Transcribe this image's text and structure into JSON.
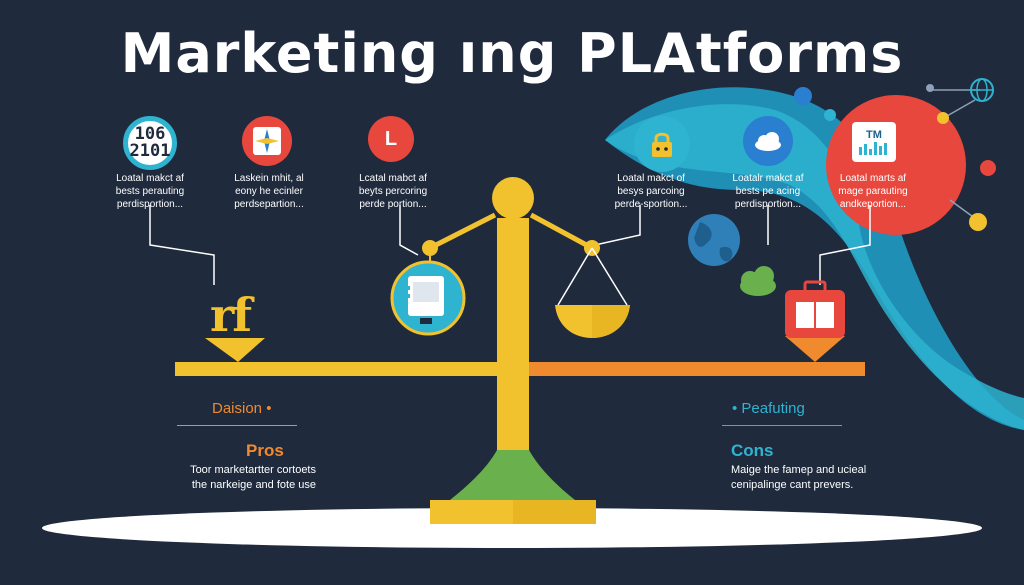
{
  "title": "Marketing ıng PLAtforms",
  "top_items": [
    {
      "icon": "data-icon",
      "text": "106\n2101",
      "caption": "Loatal makct af\nbests perauting\nperdisportion..."
    },
    {
      "icon": "compass-icon",
      "text": "",
      "caption": "Laskein mhit, al\neony he ecinler\nperdsepartion..."
    },
    {
      "icon": "letter-l-icon",
      "text": "L",
      "caption": "Lcatal mabct af\nbeyts percoring\nperde portion..."
    },
    {
      "icon": "lock-icon",
      "text": "",
      "caption": "Loatal makct of\nbesys parcoing\nperde-sportion..."
    },
    {
      "icon": "cloud-icon",
      "text": "",
      "caption": "Loatalr makct af\nbests pe acing\nperdisportion..."
    },
    {
      "icon": "analytics-icon",
      "text": "TM",
      "caption": "Loatal marts af\nmage parauting\nandkeportion..."
    }
  ],
  "left_symbol": "rf",
  "left_section": {
    "tag": "Daision •",
    "heading": "Pros",
    "body": "Toor marketartter cortoets\nthe narkeige and fote use"
  },
  "right_section": {
    "tag": "• Peafuting",
    "heading": "Cons",
    "body": "Maige the famep and ucieal\ncenipalinge cant prevers."
  },
  "colors": {
    "background": "#1f2a3d",
    "orange": "#f08a2e",
    "yellow": "#f2c12e",
    "cyan": "#2eb3d0",
    "red": "#e8473d",
    "green": "#6ab04c"
  }
}
